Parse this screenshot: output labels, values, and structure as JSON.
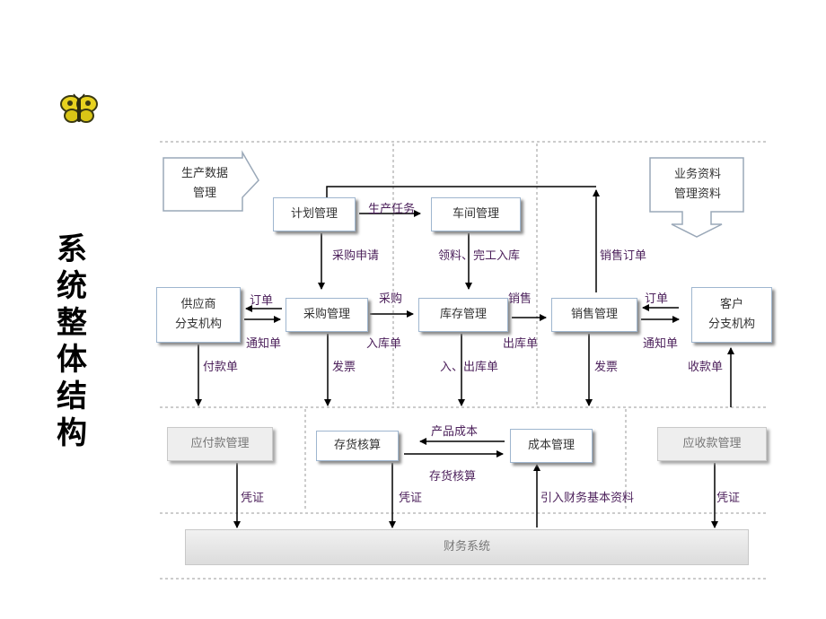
{
  "title_chars": [
    "系",
    "统",
    "整",
    "体",
    "结",
    "构"
  ],
  "icons": {
    "corner": "butterfly-icon"
  },
  "colors": {
    "box_border": "#9fb6cf",
    "label_text": "#4b1f5a",
    "line": "#000000",
    "dash": "#9a9a9a"
  },
  "boxes": {
    "prod_data": [
      "生产数据",
      "管理"
    ],
    "biz_data": [
      "业务资料",
      "管理资料"
    ],
    "planning": "计划管理",
    "workshop": "车间管理",
    "supplier": [
      "供应商",
      "分支机构"
    ],
    "purchase": "采购管理",
    "inventory": "库存管理",
    "sales": "销售管理",
    "customer": [
      "客户",
      "分支机构"
    ],
    "payable": "应付款管理",
    "stock_acct": "存货核算",
    "cost_mgmt": "成本管理",
    "receivable": "应收款管理",
    "finance": "财务系统"
  },
  "labels": {
    "prod_task": "生产任务",
    "purchase_req": "采购申请",
    "material_in": "领料、完工入库",
    "sales_order": "销售订单",
    "order_left": "订单",
    "notice_left": "通知单",
    "purchase": "采购",
    "inbound": "入库单",
    "sales": "销售",
    "outbound": "出库单",
    "order_right": "订单",
    "notice_right": "通知单",
    "payment_slip": "付款单",
    "invoice_left": "发票",
    "in_out_slip": "入、出库单",
    "invoice_right": "发票",
    "receipt_slip": "收款单",
    "product_cost": "产品成本",
    "stock_acct_lbl": "存货核算",
    "voucher_1": "凭证",
    "voucher_2": "凭证",
    "import_finance": "引入财务基本资料",
    "voucher_3": "凭证"
  }
}
